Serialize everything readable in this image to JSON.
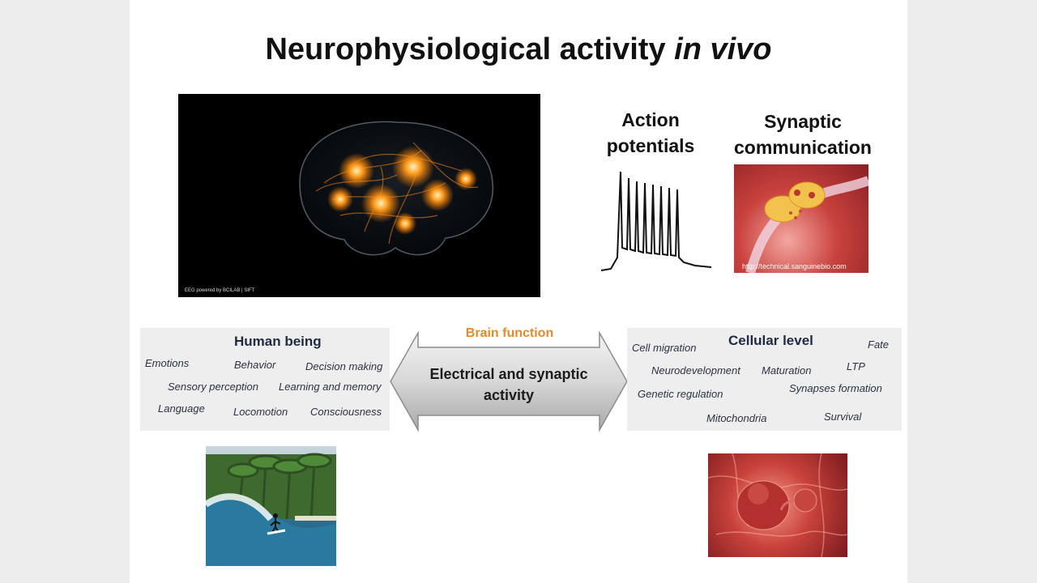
{
  "slide": {
    "title_main": "Neurophysiological activity",
    "title_italic": "in vivo"
  },
  "brain_image": {
    "caption": "EEG powered by BCILAB | SIFT"
  },
  "action_potentials": {
    "label": "Action potentials"
  },
  "synaptic": {
    "label": "Synaptic communication",
    "caption": "http://technical.sanguinebio.com"
  },
  "center": {
    "top_label": "Brain function",
    "arrow_text_line1": "Electrical and synaptic",
    "arrow_text_line2": "activity"
  },
  "human_panel": {
    "heading": "Human being",
    "items": [
      "Emotions",
      "Behavior",
      "Decision making",
      "Sensory perception",
      "Learning and memory",
      "Language",
      "Locomotion",
      "Consciousness"
    ]
  },
  "cellular_panel": {
    "heading": "Cellular level",
    "items": [
      "Cell migration",
      "Fate",
      "Neurodevelopment",
      "Maturation",
      "LTP",
      "Genetic regulation",
      "Synapses formation",
      "Mitochondria",
      "Survival"
    ]
  },
  "colors": {
    "accent_orange": "#e58a2a",
    "heading_navy": "#1f2a44",
    "panel_gray": "#eeeeee"
  }
}
